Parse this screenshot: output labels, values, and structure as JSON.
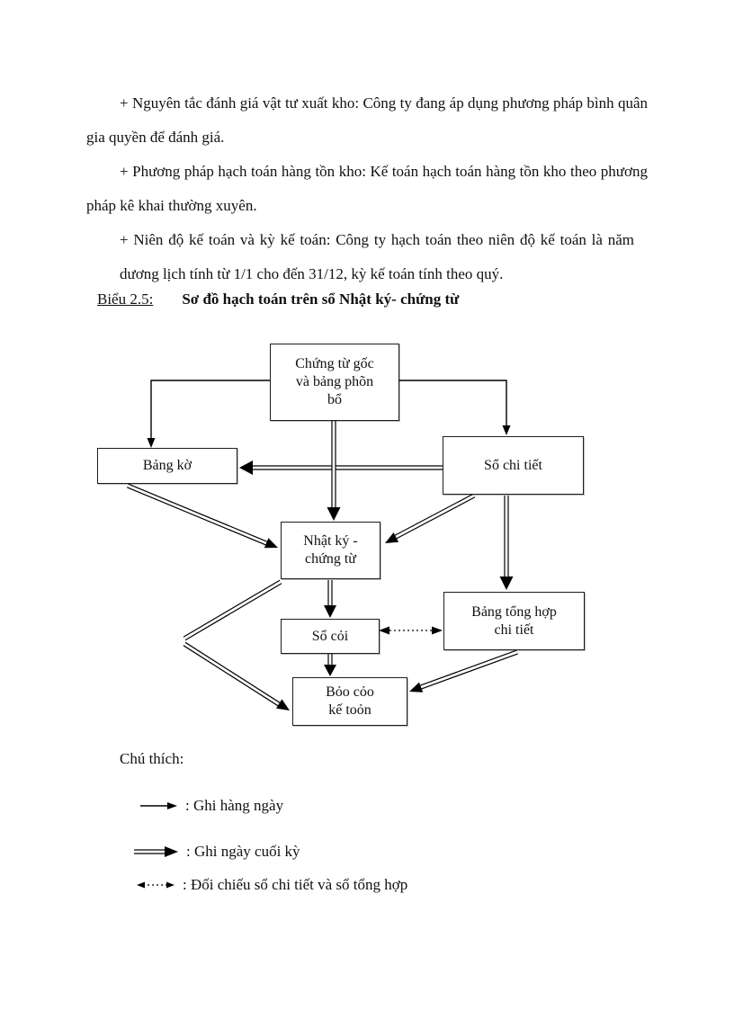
{
  "document": {
    "paragraphs": [
      "+ Nguyên tắc đánh giá vật tư xuất kho: Công ty đang áp dụng phương pháp bình quân gia quyền để đánh giá.",
      "+ Phương pháp hạch toán hàng tồn kho: Kế toán hạch toán hàng tồn kho theo phương pháp kê khai thường xuyên.",
      "+ Niên độ kế toán và kỳ kế toán: Công ty hạch toán theo niên độ kế toán là năm dương lịch tính từ 1/1 cho đến 31/12, kỳ kế toán tính theo quý."
    ],
    "caption": {
      "label": "Biểu 2.5:",
      "title": "Sơ đồ hạch toán trên sổ Nhật ký- chứng từ"
    }
  },
  "diagram": {
    "boxes": [
      {
        "id": "chung-tu-goc",
        "label": "Chứng từ gốc\nvà bảng phõn\nbổ"
      },
      {
        "id": "bang-ke",
        "label": "Bảng kờ"
      },
      {
        "id": "so-chi-tiet",
        "label": "Sổ chi tiết"
      },
      {
        "id": "nhat-ky-chung-tu",
        "label": "Nhật ký -\nchứng từ"
      },
      {
        "id": "so-cai",
        "label": "Sổ cỏi"
      },
      {
        "id": "bang-tong-hop",
        "label": "Bảng tổng hợp\nchi tiết"
      },
      {
        "id": "bao-cao-ke-toan",
        "label": "Bỏo cỏo\nkế toỏn"
      }
    ],
    "edges": [
      {
        "from": "chung-tu-goc",
        "to": "bang-ke",
        "style": "single"
      },
      {
        "from": "chung-tu-goc",
        "to": "so-chi-tiet",
        "style": "single"
      },
      {
        "from": "chung-tu-goc",
        "to": "nhat-ky-chung-tu",
        "style": "double"
      },
      {
        "from": "so-chi-tiet",
        "to": "bang-ke",
        "style": "double"
      },
      {
        "from": "bang-ke",
        "to": "nhat-ky-chung-tu",
        "style": "double"
      },
      {
        "from": "so-chi-tiet",
        "to": "nhat-ky-chung-tu",
        "style": "double"
      },
      {
        "from": "so-chi-tiet",
        "to": "bang-tong-hop",
        "style": "double"
      },
      {
        "from": "nhat-ky-chung-tu",
        "to": "so-cai",
        "style": "double"
      },
      {
        "from": "so-cai",
        "to": "bang-tong-hop",
        "style": "dashed-both-ends"
      },
      {
        "from": "so-cai",
        "to": "bao-cao-ke-toan",
        "style": "double"
      },
      {
        "from": "bang-tong-hop",
        "to": "bao-cao-ke-toan",
        "style": "double"
      },
      {
        "from": "nhat-ky-chung-tu",
        "to": "bao-cao-ke-toan",
        "style": "double"
      }
    ],
    "colors": {
      "ink": "#000000",
      "paper": "#ffffff"
    }
  },
  "legend": {
    "heading": "Chú thích:",
    "items": [
      {
        "symbol": "single-arrow",
        "label": ": Ghi hàng ngày"
      },
      {
        "symbol": "double-arrow",
        "label": ": Ghi ngày cuối kỳ"
      },
      {
        "symbol": "dashed-two-headed-arrow",
        "label": ": Đối chiếu sổ chi tiết và sổ tổng hợp"
      }
    ]
  }
}
